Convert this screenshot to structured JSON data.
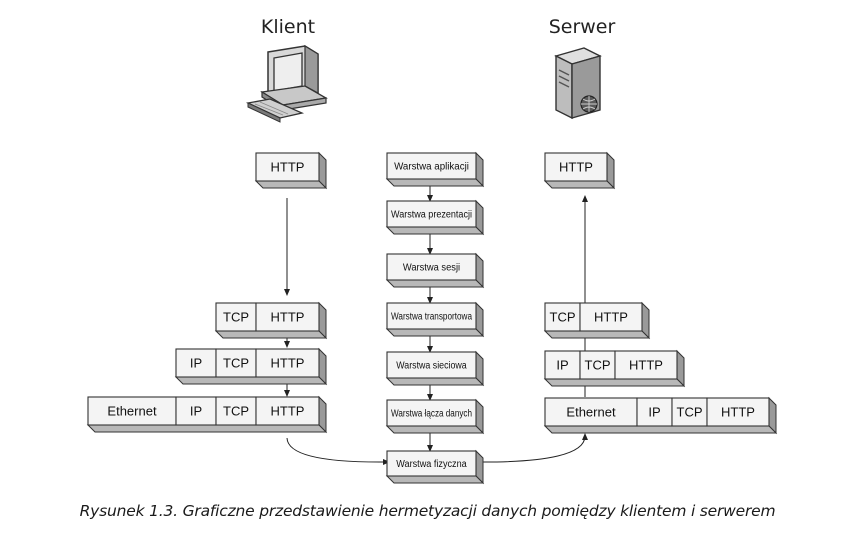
{
  "client": {
    "label": "Klient"
  },
  "server": {
    "label": "Serwer"
  },
  "client_stack": [
    [
      "HTTP"
    ],
    [
      "TCP",
      "HTTP"
    ],
    [
      "IP",
      "TCP",
      "HTTP"
    ],
    [
      "Ethernet",
      "IP",
      "TCP",
      "HTTP"
    ]
  ],
  "osi_layers": [
    "Warstwa aplikacji",
    "Warstwa prezentacji",
    "Warstwa sesji",
    "Warstwa transportowa",
    "Warstwa sieciowa",
    "Warstwa łącza danych",
    "Warstwa fizyczna"
  ],
  "server_stack": [
    [
      "HTTP"
    ],
    [
      "TCP",
      "HTTP"
    ],
    [
      "IP",
      "TCP",
      "HTTP"
    ],
    [
      "Ethernet",
      "IP",
      "TCP",
      "HTTP"
    ]
  ],
  "caption": "Rysunek 1.3. Graficzne przedstawienie hermetyzacji danych pomiędzy klientem i serwerem",
  "colors": {
    "box_face": "#f4f4f4",
    "box_side": "#9a9a9a",
    "border": "#333333"
  }
}
